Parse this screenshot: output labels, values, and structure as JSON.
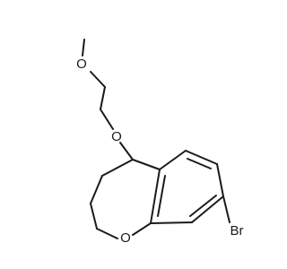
{
  "molecule": {
    "atoms": [
      {
        "id": "o_methoxy",
        "element": "O",
        "label": "O"
      },
      {
        "id": "o_ether",
        "element": "O",
        "label": "O"
      },
      {
        "id": "o_ring",
        "element": "O",
        "label": "O"
      },
      {
        "id": "br",
        "element": "Br",
        "label": "Br"
      }
    ]
  }
}
